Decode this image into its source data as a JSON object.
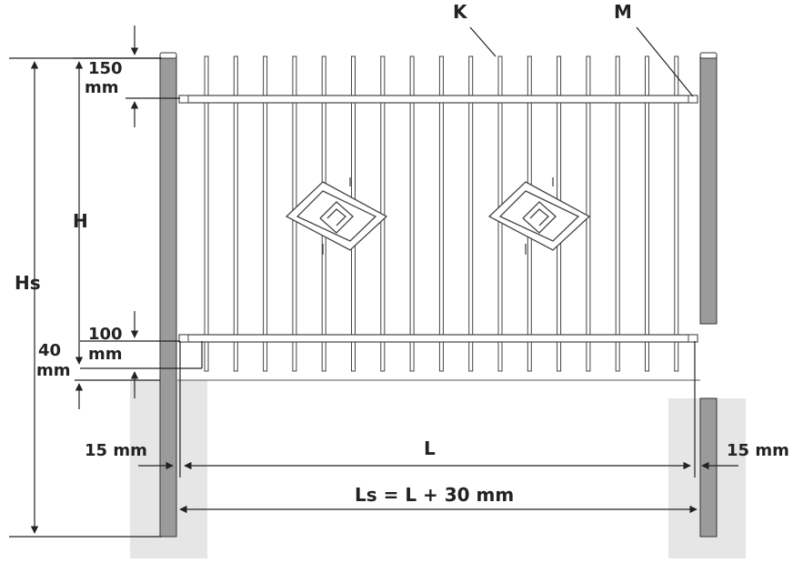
{
  "labels": {
    "K": "K",
    "M": "M",
    "H": "H",
    "Hs": "Hs",
    "top_gap_value": "150",
    "top_gap_unit": "mm",
    "bottom_gap_value": "100",
    "bottom_gap_unit": "mm",
    "ground_gap_value": "40",
    "ground_gap_unit": "mm",
    "left_offset": "15 mm",
    "right_offset": "15 mm",
    "L": "L",
    "Ls": "Ls = L + 30 mm"
  },
  "colors": {
    "post": "#9b9b9b",
    "foundation": "#e6e6e6",
    "line": "#222222",
    "bar": "#444444"
  }
}
